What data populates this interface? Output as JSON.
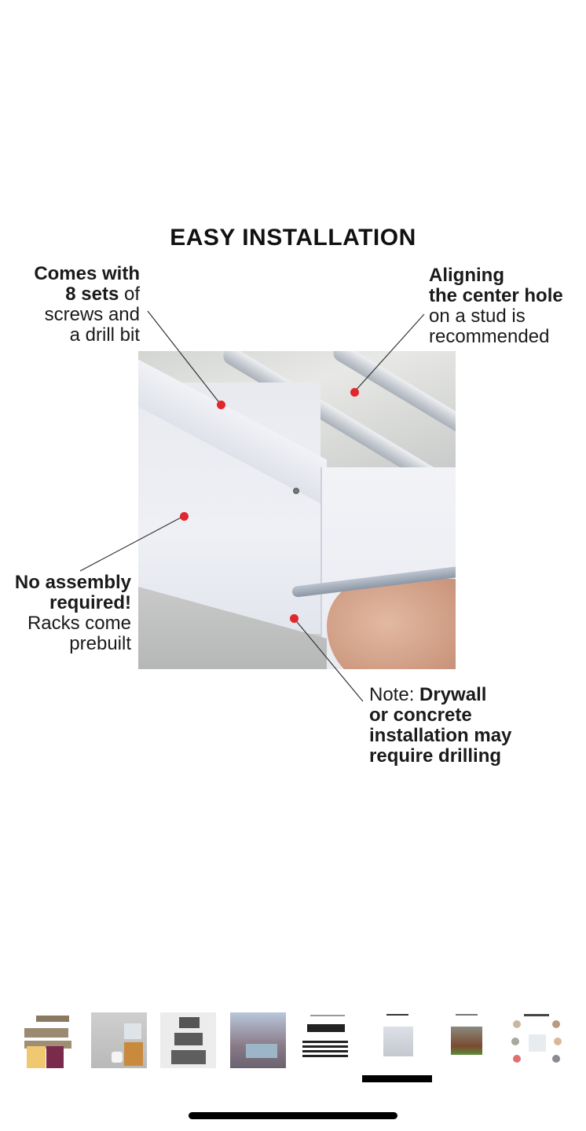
{
  "main_image": {
    "title": "EASY INSTALLATION",
    "callouts": {
      "top_left": {
        "lines": [
          {
            "bold": "Comes with",
            "regular": ""
          },
          {
            "bold": "8 sets",
            "regular": " of"
          },
          {
            "bold": "",
            "regular": "screws and"
          },
          {
            "bold": "",
            "regular": "a drill bit"
          }
        ]
      },
      "top_right": {
        "lines": [
          {
            "bold": "Aligning",
            "regular": ""
          },
          {
            "bold": "the center hole",
            "regular": ""
          },
          {
            "bold": "",
            "regular": "on a stud is"
          },
          {
            "bold": "",
            "regular": "recommended"
          }
        ]
      },
      "bottom_left": {
        "lines": [
          {
            "bold": "No assembly",
            "regular": ""
          },
          {
            "bold": "required!",
            "regular": ""
          },
          {
            "bold": "",
            "regular": "Racks come"
          },
          {
            "bold": "",
            "regular": "prebuilt"
          }
        ]
      },
      "bottom_right": {
        "lines": [
          {
            "regular": "Note: ",
            "bold": "Drywall"
          },
          {
            "regular": "",
            "bold": "or concrete"
          },
          {
            "regular": "",
            "bold": "installation may"
          },
          {
            "regular": "",
            "bold": "require drilling"
          }
        ]
      }
    },
    "accent_dot_color": "#e3262b"
  },
  "gallery": {
    "selected_index": 5,
    "thumbnails": [
      {
        "label": "Wall-mounted drying rack product image"
      },
      {
        "label": "Bathroom lifestyle image"
      },
      {
        "label": "Three rack sizes"
      },
      {
        "label": "Rooftop patio lifestyle image"
      },
      {
        "label": "DIMENSIONS & WEIGHT"
      },
      {
        "label": "EASY INSTALLATION"
      },
      {
        "label": "Features diagram"
      },
      {
        "label": "GREAT FOR BOTH INDOORS & OUTDOORS"
      }
    ]
  }
}
